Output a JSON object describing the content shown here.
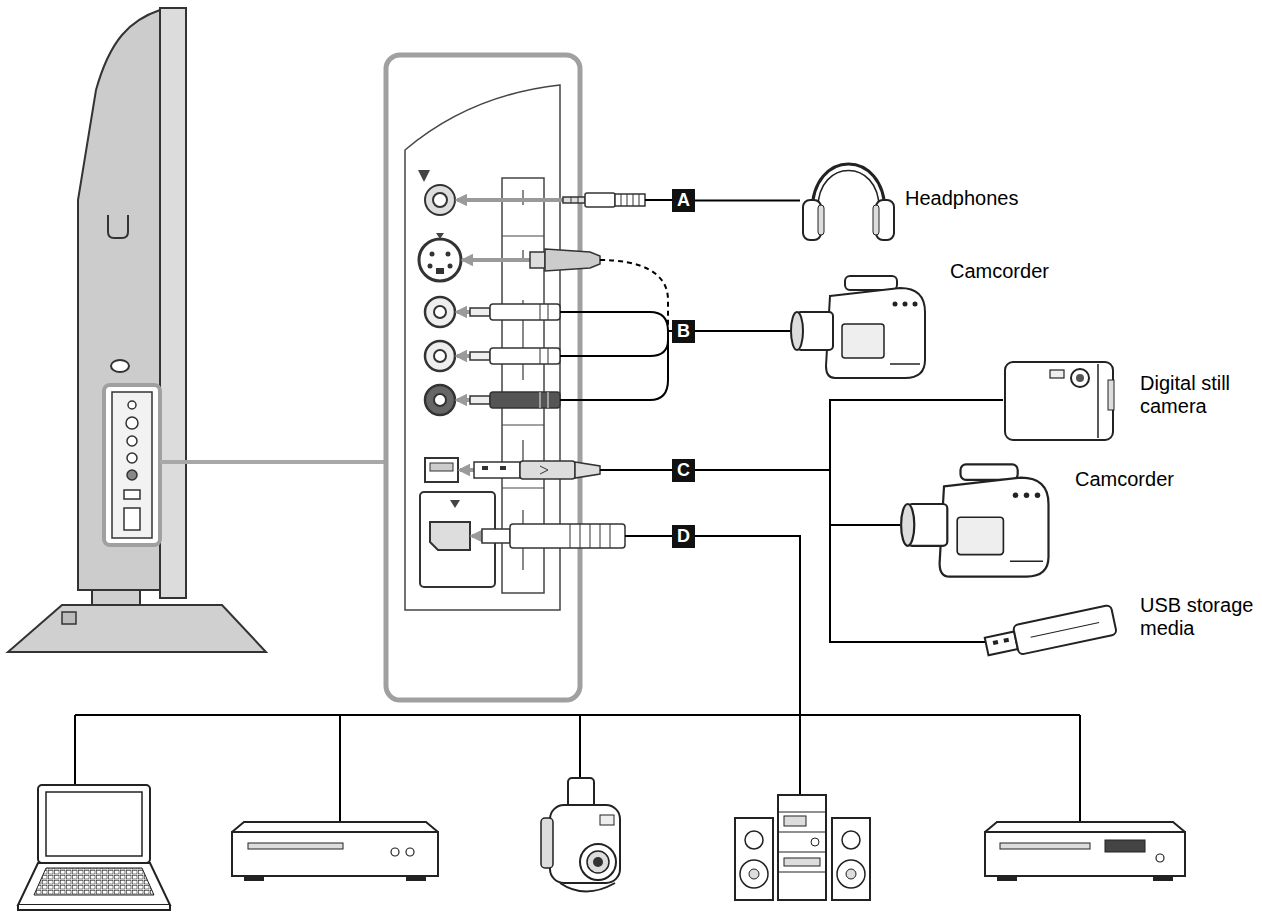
{
  "diagram": {
    "nodes": [
      {
        "text": [
          "A"
        ]
      },
      {
        "text": [
          "Headphones"
        ]
      },
      {
        "text": [
          "B"
        ]
      },
      {
        "text": [
          "Camcorder"
        ]
      },
      {
        "text": [
          "C"
        ]
      },
      {
        "text": [
          "Digital still camera"
        ]
      },
      {
        "text": [
          "Camcorder"
        ]
      },
      {
        "text": [
          "USB storage media"
        ]
      },
      {
        "text": [
          "D"
        ]
      }
    ],
    "edges": [
      {
        "from": 0,
        "to": 1,
        "arrow": "none"
      },
      {
        "from": 2,
        "to": 3,
        "arrow": "none"
      },
      {
        "from": 4,
        "to": 5,
        "arrow": "none"
      },
      {
        "from": 4,
        "to": 6,
        "arrow": "none"
      },
      {
        "from": 4,
        "to": 7,
        "arrow": "none"
      }
    ]
  }
}
